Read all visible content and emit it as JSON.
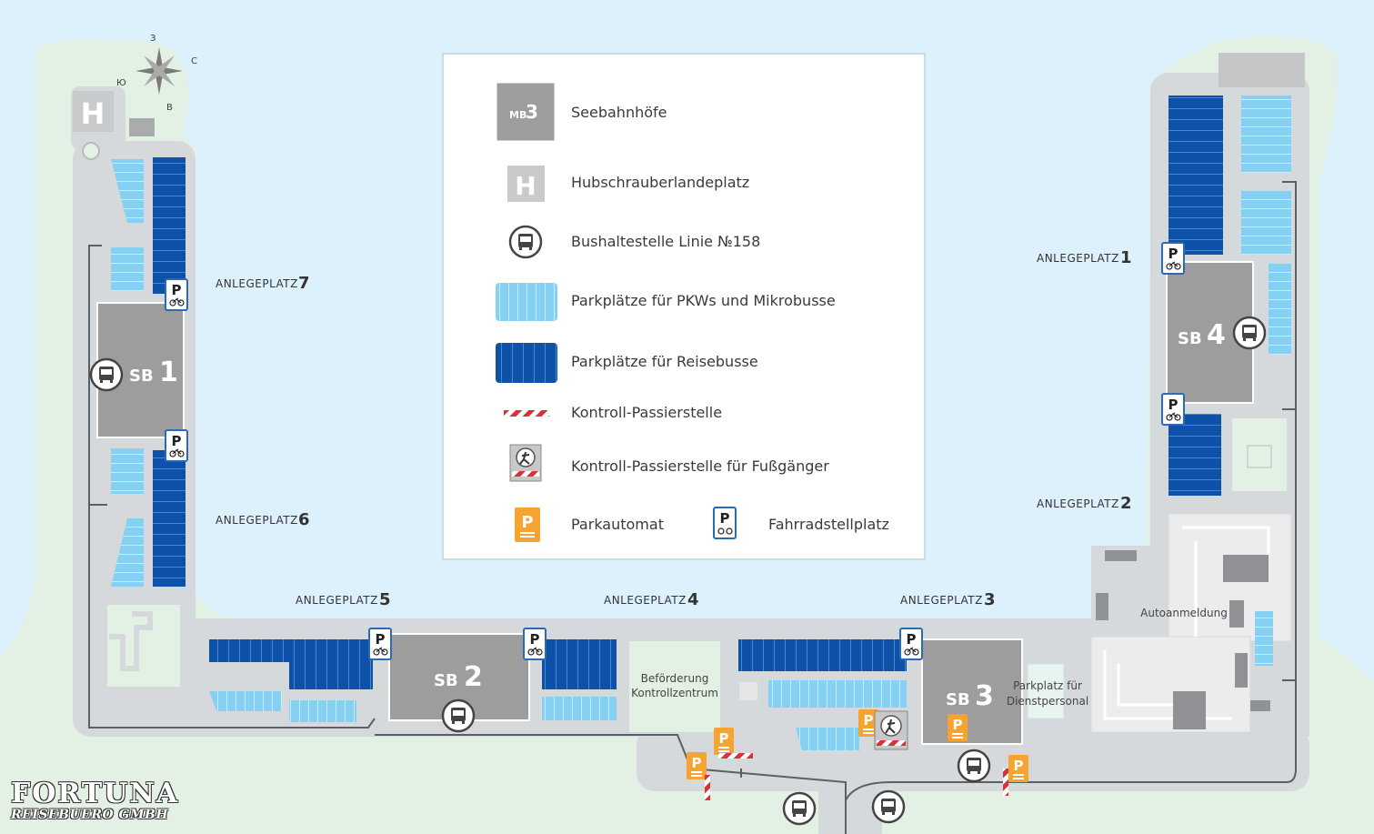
{
  "legend": {
    "seaterminal_badge": "MB",
    "seaterminal_num": "3",
    "seaterminal": "Seebahnhöfe",
    "heli_letter": "H",
    "helipad": "Hubschrauberlandeplatz",
    "bus_stop": "Bushaltestelle Linie №158",
    "car_parking": "Parkplätze für PKWs und Mikrobusse",
    "bus_parking": "Parkplätze für Reisebusse",
    "checkpoint": "Kontroll-Passierstelle",
    "ped_checkpoint": "Kontroll-Passierstelle für Fußgänger",
    "parking_meter_letter": "P",
    "parking_meter": "Parkautomat",
    "bike_letter": "P",
    "bike_parking": "Fahrradstellplatz"
  },
  "compass": {
    "north": "З",
    "east": "С",
    "south": "Ю",
    "west": "В"
  },
  "berths": [
    {
      "label": "ANLEGEPLATZ",
      "num": "1"
    },
    {
      "label": "ANLEGEPLATZ",
      "num": "2"
    },
    {
      "label": "ANLEGEPLATZ",
      "num": "3"
    },
    {
      "label": "ANLEGEPLATZ",
      "num": "4"
    },
    {
      "label": "ANLEGEPLATZ",
      "num": "5"
    },
    {
      "label": "ANLEGEPLATZ",
      "num": "6"
    },
    {
      "label": "ANLEGEPLATZ",
      "num": "7"
    }
  ],
  "terminals": [
    {
      "prefix": "SB",
      "num": "1"
    },
    {
      "prefix": "SB",
      "num": "2"
    },
    {
      "prefix": "SB",
      "num": "3"
    },
    {
      "prefix": "SB",
      "num": "4"
    }
  ],
  "places": {
    "control_center_1": "Beförderung",
    "control_center_2": "Kontrollzentrum",
    "staff_parking_1": "Parkplatz für",
    "staff_parking_2": "Dienstpersonal",
    "registration": "Autoanmeldung"
  },
  "brand": {
    "name": "FORTUNA",
    "sub": "REISEBUERO GMBH"
  },
  "colors": {
    "sea": "#dcf1fb",
    "land": "#e3f0e4",
    "road": "#d6d9dc",
    "terminal": "#9d9d9d",
    "car_parking": "#86d0f2",
    "bus_parking": "#0d52a8",
    "meter": "#f5a432",
    "checkpoint_red": "#d8313a"
  }
}
